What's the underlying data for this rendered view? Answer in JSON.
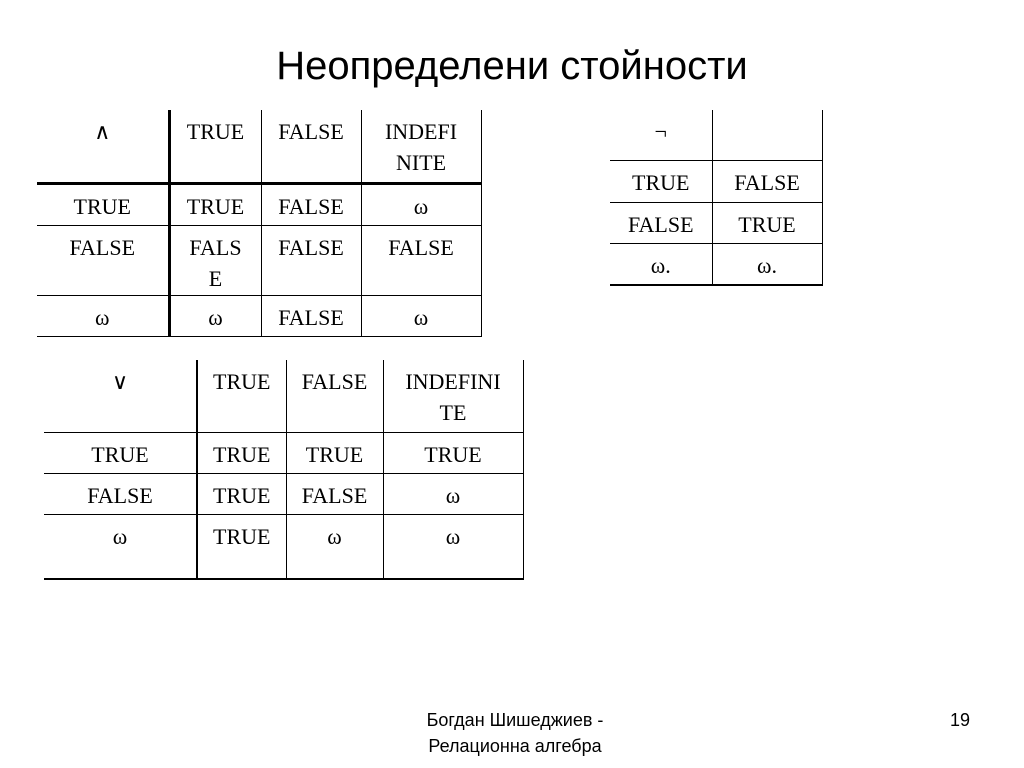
{
  "slide": {
    "title": "Неопределени стойности",
    "footer_line1": "Богдан Шишеджиев -",
    "footer_line2": "Релационна алгебра",
    "page_number": "19"
  },
  "and_table": {
    "rows": [
      [
        "∧",
        "TRUE",
        "FALSE",
        "INDEFI NITE"
      ],
      [
        "TRUE",
        "TRUE",
        "FALSE",
        "ω"
      ],
      [
        "FALSE",
        "FALS E",
        "FALSE",
        "FALSE"
      ],
      [
        "ω",
        "ω",
        "FALSE",
        "ω"
      ]
    ]
  },
  "or_table": {
    "rows": [
      [
        "∨",
        "TRUE",
        "FALSE",
        "INDEFINI TE"
      ],
      [
        "TRUE",
        "TRUE",
        "TRUE",
        "TRUE"
      ],
      [
        "FALSE",
        "TRUE",
        "FALSE",
        "ω"
      ],
      [
        "ω",
        "TRUE",
        "ω",
        "ω"
      ]
    ]
  },
  "not_table": {
    "rows": [
      [
        "¬",
        ""
      ],
      [
        "TRUE",
        "FALSE"
      ],
      [
        "FALSE",
        "TRUE"
      ],
      [
        "ω.",
        "ω."
      ]
    ]
  }
}
